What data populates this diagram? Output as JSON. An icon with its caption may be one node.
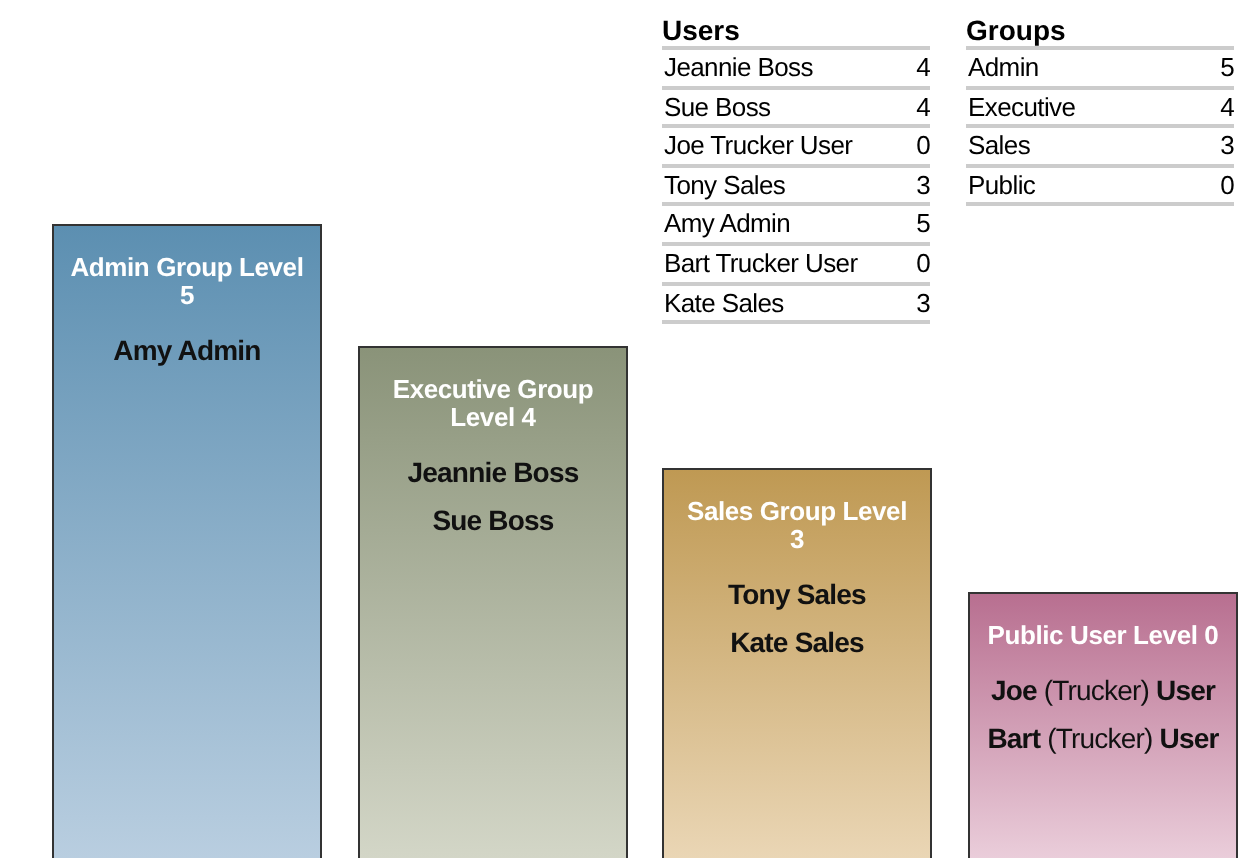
{
  "diagram": {
    "nodes": [
      {
        "text": [
          "Admin Group Level 5",
          "Amy Admin"
        ]
      },
      {
        "text": [
          "Executive Group Level 4",
          "Jeannie Boss",
          "Sue Boss"
        ]
      },
      {
        "text": [
          "Sales Group Level 3",
          "Tony Sales",
          "Kate Sales"
        ]
      },
      {
        "text": [
          "Public User Level 0",
          "**Joe** (Trucker) **User**",
          "**Bart** (Trucker) **User**"
        ]
      }
    ],
    "labels": [
      "Users",
      "Jeannie Boss",
      "4",
      "Sue Boss",
      "4",
      "Joe Trucker User",
      "0",
      "Tony Sales",
      "3",
      "Amy Admin",
      "5",
      "Bart Trucker User",
      "0",
      "Kate Sales",
      "3",
      "Groups",
      "Admin",
      "5",
      "Executive",
      "4",
      "Sales",
      "3",
      "Public",
      "0"
    ]
  }
}
